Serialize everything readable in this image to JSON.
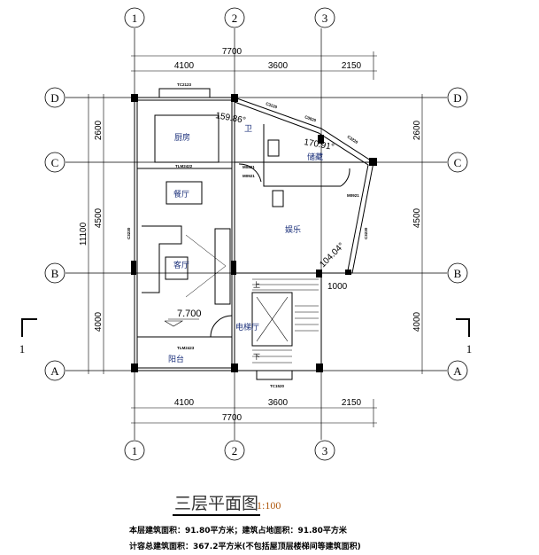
{
  "axes": {
    "columns": [
      "1",
      "2",
      "3"
    ],
    "rows": [
      "D",
      "C",
      "B",
      "A"
    ]
  },
  "dimensions": {
    "total_width": "7700",
    "top_segments": [
      "4100",
      "3600",
      "2150"
    ],
    "bottom_segments": [
      "4100",
      "3600",
      "2150"
    ],
    "total_height": "11100",
    "left_segments": [
      "2600",
      "4500",
      "4000"
    ],
    "right_segments": [
      "2600",
      "4500",
      "4000"
    ],
    "balcony_offset": "1000"
  },
  "section_markers": [
    "1",
    "1"
  ],
  "rooms": {
    "kitchen": "厨房",
    "bathroom": "卫",
    "storage": "储藏",
    "dining": "餐厅",
    "living": "客厅",
    "entertainment": "娱乐",
    "elevator_hall": "电梯厅",
    "balcony": "阳台"
  },
  "labels": {
    "window_kitchen": "TC2123",
    "window_c3220_a": "C3220",
    "window_c0820": "C0820",
    "window_c3220_b": "C3220",
    "door_tlm2422": "TLM2422",
    "door_m0821": "M0821",
    "door_m0921_a": "M0921",
    "door_m0921_b": "M0921",
    "window_c3230_left": "C3230",
    "window_c3230_right": "C3230",
    "door_tlm2423": "TLM2423",
    "window_tc1520": "TC1520",
    "stair_up": "上",
    "stair_down": "下"
  },
  "angles": [
    "159.86°",
    "170.91°",
    "104.04°"
  ],
  "elevation": "7.700",
  "footer": {
    "title": "三层平面图",
    "scale": "1:100",
    "line1": "本层建筑面积：91.80平方米；建筑占地面积：91.80平方米",
    "line2": "计容总建筑面积：367.2平方米(不包括屋顶层楼梯间等建筑面积)"
  }
}
